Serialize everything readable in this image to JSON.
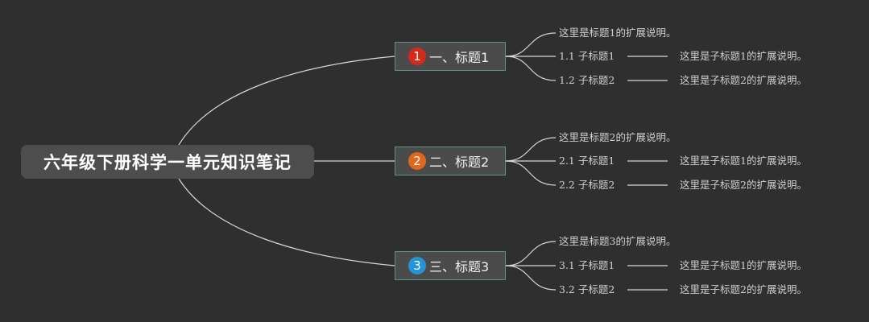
{
  "root": {
    "title": "六年级下册科学一单元知识笔记"
  },
  "branches": [
    {
      "marker": {
        "number": "1",
        "color": "#d42a1b"
      },
      "label": "一、标题1",
      "note": "这里是标题1的扩展说明。",
      "subtopics": [
        {
          "label": "1.1 子标题1",
          "note": "这里是子标题1的扩展说明。"
        },
        {
          "label": "1.2 子标题2",
          "note": "这里是子标题2的扩展说明。"
        }
      ]
    },
    {
      "marker": {
        "number": "2",
        "color": "#e0681c"
      },
      "label": "二、标题2",
      "note": "这里是标题2的扩展说明。",
      "subtopics": [
        {
          "label": "2.1 子标题1",
          "note": "这里是子标题1的扩展说明。"
        },
        {
          "label": "2.2 子标题2",
          "note": "这里是子标题2的扩展说明。"
        }
      ]
    },
    {
      "marker": {
        "number": "3",
        "color": "#2395d6"
      },
      "label": "三、标题3",
      "note": "这里是标题3的扩展说明。",
      "subtopics": [
        {
          "label": "3.1 子标题1",
          "note": "这里是子标题1的扩展说明。"
        },
        {
          "label": "3.2 子标题2",
          "note": "这里是子标题2的扩展说明。"
        }
      ]
    }
  ]
}
